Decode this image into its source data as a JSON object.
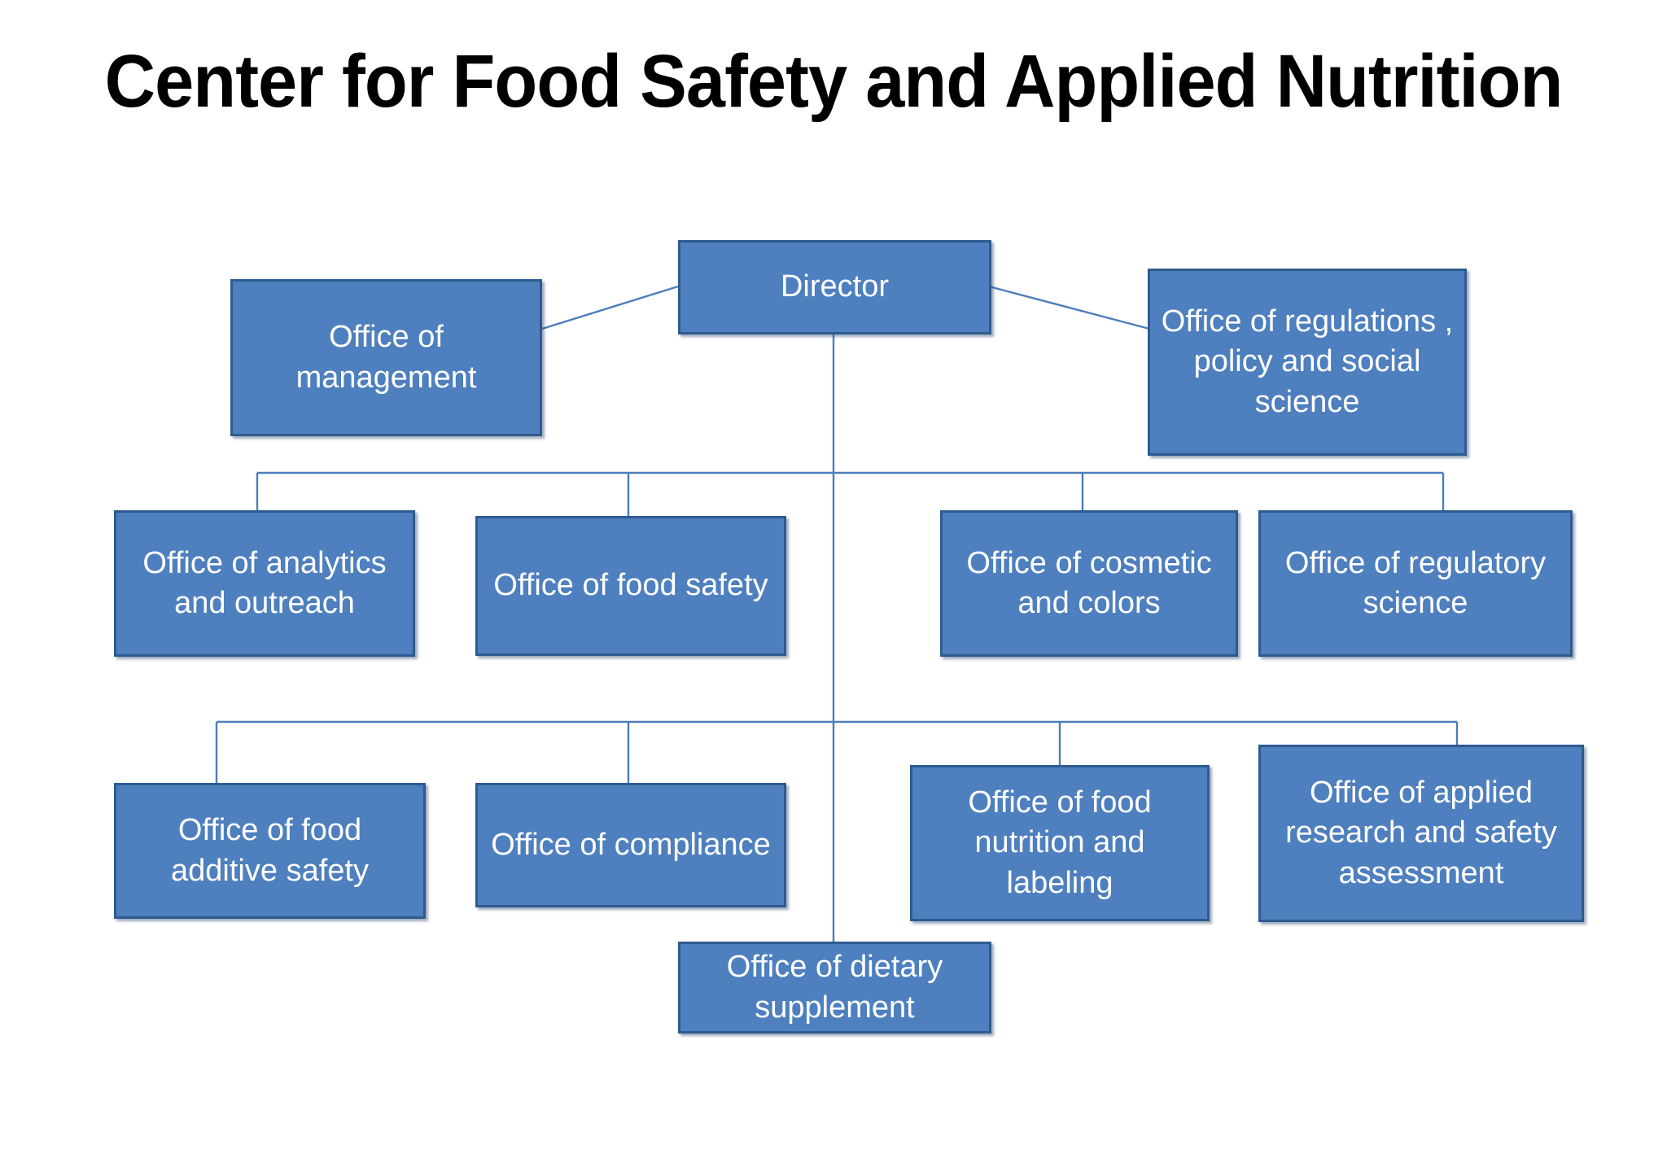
{
  "chart": {
    "title": "Center for Food Safety and Applied Nutrition",
    "type": "org-chart",
    "colors": {
      "node_fill": "#4E7FBE",
      "node_border": "#2E5B8F",
      "node_text": "#FFFFFF",
      "connector": "#4A7EBB",
      "title_text": "#000000",
      "background": "#FFFFFF"
    },
    "nodes": [
      {
        "id": "director",
        "label": "Director",
        "tier": 0
      },
      {
        "id": "office-of-management",
        "label": "Office of management",
        "tier": 1
      },
      {
        "id": "office-of-regulations-policy-and-social-science",
        "label": "Office of regulations , policy and social science",
        "tier": 1
      },
      {
        "id": "office-of-analytics-and-outreach",
        "label": "Office of analytics and outreach",
        "tier": 2
      },
      {
        "id": "office-of-food-safety",
        "label": "Office of food safety",
        "tier": 2
      },
      {
        "id": "office-of-cosmetic-and-colors",
        "label": "Office of cosmetic and colors",
        "tier": 2
      },
      {
        "id": "office-of-regulatory-science",
        "label": "Office of regulatory science",
        "tier": 2
      },
      {
        "id": "office-of-food-additive-safety",
        "label": "Office of food additive safety",
        "tier": 3
      },
      {
        "id": "office-of-compliance",
        "label": "Office of compliance",
        "tier": 3
      },
      {
        "id": "office-of-food-nutrition-and-labeling",
        "label": "Office of food nutrition and labeling",
        "tier": 3
      },
      {
        "id": "office-of-applied-research-and-safety-assessment",
        "label": "Office of applied research and safety assessment",
        "tier": 3
      },
      {
        "id": "office-of-dietary-supplement",
        "label": "Office of dietary supplement",
        "tier": 4
      }
    ],
    "edges": [
      {
        "from": "director",
        "to": "office-of-management"
      },
      {
        "from": "director",
        "to": "office-of-regulations-policy-and-social-science"
      },
      {
        "from": "director",
        "to": "office-of-analytics-and-outreach"
      },
      {
        "from": "director",
        "to": "office-of-food-safety"
      },
      {
        "from": "director",
        "to": "office-of-cosmetic-and-colors"
      },
      {
        "from": "director",
        "to": "office-of-regulatory-science"
      },
      {
        "from": "director",
        "to": "office-of-food-additive-safety"
      },
      {
        "from": "director",
        "to": "office-of-compliance"
      },
      {
        "from": "director",
        "to": "office-of-food-nutrition-and-labeling"
      },
      {
        "from": "director",
        "to": "office-of-applied-research-and-safety-assessment"
      },
      {
        "from": "director",
        "to": "office-of-dietary-supplement"
      }
    ]
  }
}
